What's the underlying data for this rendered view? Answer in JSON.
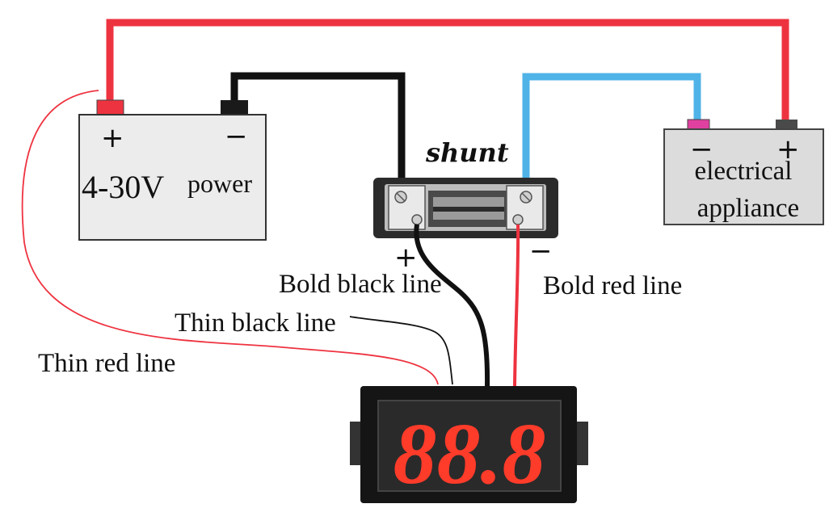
{
  "battery": {
    "plus": "+",
    "minus": "−",
    "voltage": "4-30V",
    "name": "power"
  },
  "shunt": {
    "label": "shunt",
    "plus": "+",
    "minus": "−"
  },
  "appliance": {
    "minus": "−",
    "plus": "+",
    "line1": "electrical",
    "line2": "appliance"
  },
  "wire_labels": {
    "bold_black": "Bold black line",
    "bold_red": "Bold red line",
    "thin_black": "Thin black line",
    "thin_red": "Thin red line"
  },
  "meter": {
    "display": "88.8"
  },
  "colors": {
    "red_wire": "#ee3340",
    "black_wire": "#111111",
    "blue_wire": "#4fb3e8",
    "box_gray": "#dcdcdc",
    "segment_red": "#ff3b2a"
  }
}
